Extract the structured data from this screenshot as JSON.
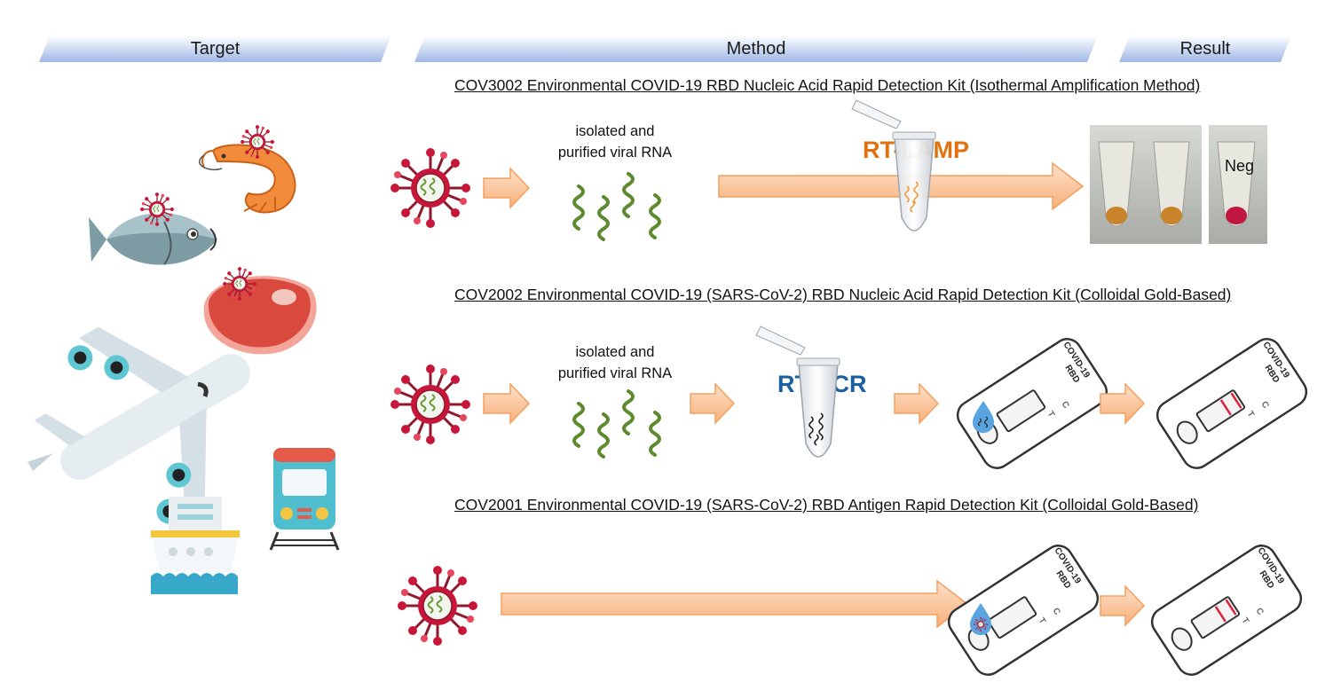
{
  "headers": {
    "target": "Target",
    "method": "Method",
    "result": "Result"
  },
  "kits": [
    {
      "title": "COV3002 Environmental COVID-19 RBD Nucleic Acid Rapid Detection Kit (Isothermal Amplification Method)",
      "rna_label_line1": "isolated and",
      "rna_label_line2": "purified viral RNA",
      "method": "RT-LAMP",
      "method_color": "#e07010",
      "result_label": "Neg"
    },
    {
      "title": "COV2002 Environmental COVID-19 (SARS-CoV-2) RBD Nucleic Acid Rapid Detection Kit  (Colloidal Gold-Based)",
      "rna_label_line1": "isolated and",
      "rna_label_line2": "purified viral RNA",
      "method": "RT-PCR",
      "method_color": "#1a5fa0"
    },
    {
      "title": "COV2001 Environmental COVID-19 (SARS-CoV-2) RBD Antigen Rapid Detection Kit  (Colloidal Gold-Based)"
    }
  ],
  "cassette": {
    "line1": "COVID-19",
    "line2": "RBD",
    "c_mark": "C",
    "t_mark": "T"
  },
  "targets": [
    "shrimp-icon",
    "fish-icon",
    "meat-icon",
    "airplane-icon",
    "train-icon",
    "ship-icon"
  ],
  "colors": {
    "arrow_fill": "#fbc49a",
    "arrow_stroke": "#f3a060",
    "rna": "#5d8a2e",
    "virus": "#c8163a",
    "header_band": "#9fb8e6"
  }
}
